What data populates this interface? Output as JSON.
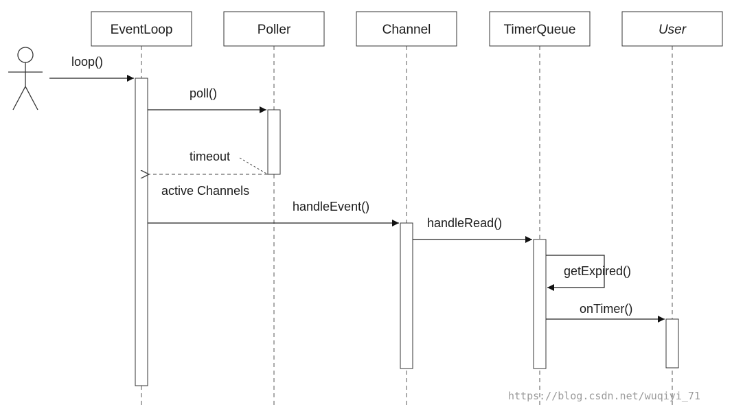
{
  "participants": [
    {
      "id": "eventloop",
      "name": "EventLoop",
      "italic": false
    },
    {
      "id": "poller",
      "name": "Poller",
      "italic": false
    },
    {
      "id": "channel",
      "name": "Channel",
      "italic": false
    },
    {
      "id": "timerqueue",
      "name": "TimerQueue",
      "italic": false
    },
    {
      "id": "user",
      "name": "User",
      "italic": true
    }
  ],
  "messages": {
    "loop": "loop()",
    "poll": "poll()",
    "timeout": "timeout",
    "active_channels": "active Channels",
    "handle_event": "handleEvent()",
    "handle_read": "handleRead()",
    "get_expired": "getExpired()",
    "on_timer": "onTimer()"
  },
  "watermark": "https://blog.csdn.net/wuqiyi_71"
}
